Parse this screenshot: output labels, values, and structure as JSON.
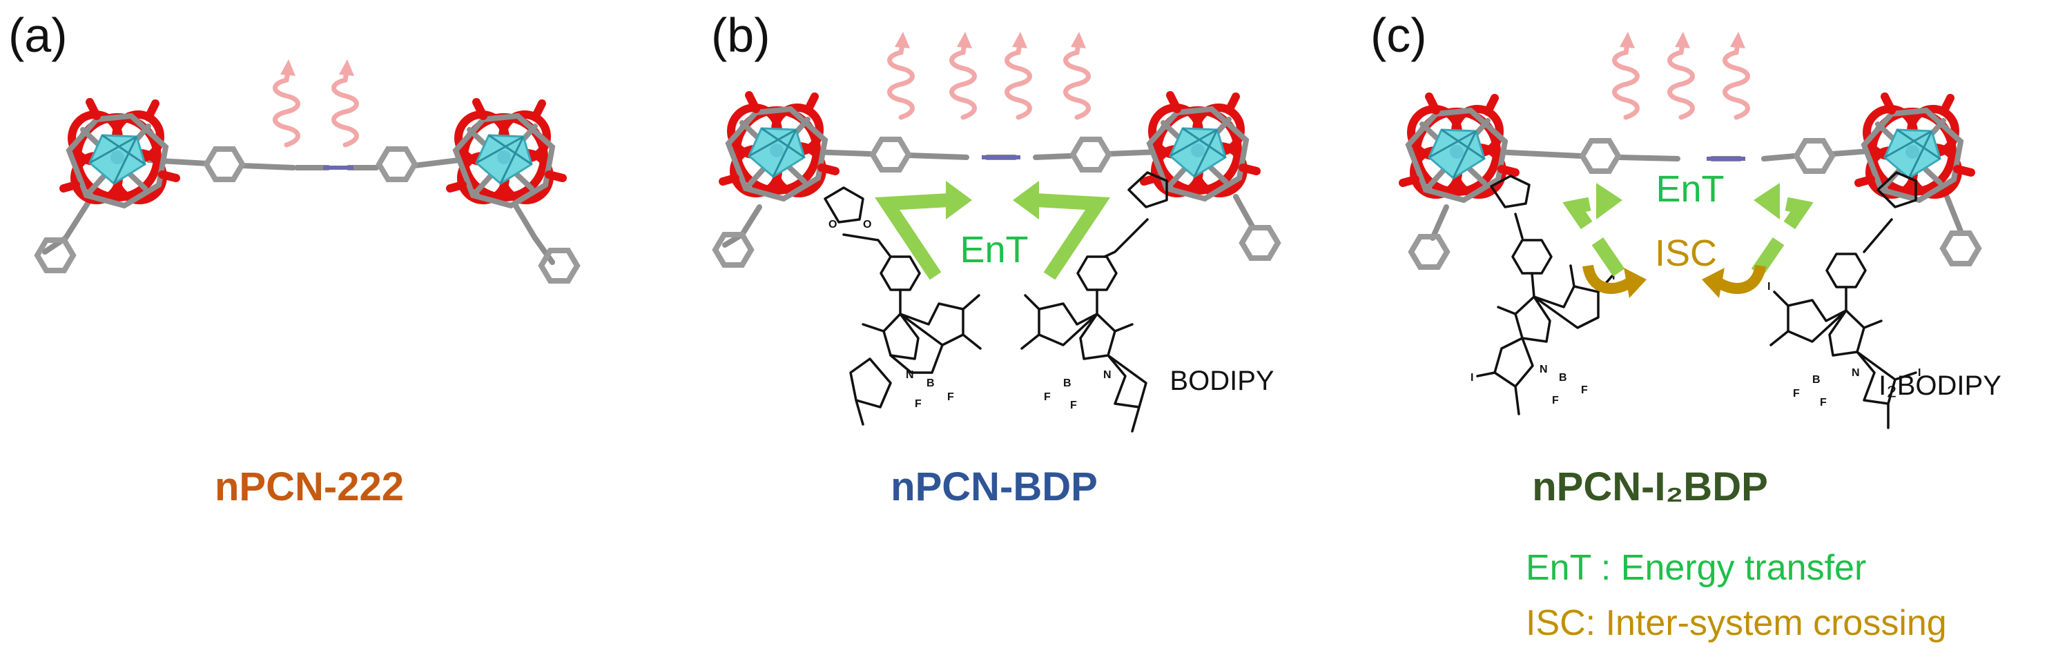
{
  "panels": [
    {
      "label": "(a)",
      "name": "nPCN-222",
      "name_color": "#c55a11"
    },
    {
      "label": "(b)",
      "name": "nPCN-BDP",
      "name_color": "#2f5597",
      "dye": "BODIPY",
      "ent": [
        "EnT"
      ]
    },
    {
      "label": "(c)",
      "name": "nPCN-I₂BDP",
      "name_color": "#375623",
      "dye": "I₂BODIPY",
      "ent": [
        "EnT"
      ],
      "isc": "ISC"
    }
  ],
  "legend": {
    "ent": {
      "text": "EnT : Energy transfer",
      "color": "#1fbf4a"
    },
    "isc": {
      "text": "ISC: Inter-system crossing",
      "color": "#c09000"
    }
  },
  "molecule_atoms": {
    "N": "N",
    "B": "B",
    "F": "F",
    "O": "O",
    "I": "I"
  }
}
